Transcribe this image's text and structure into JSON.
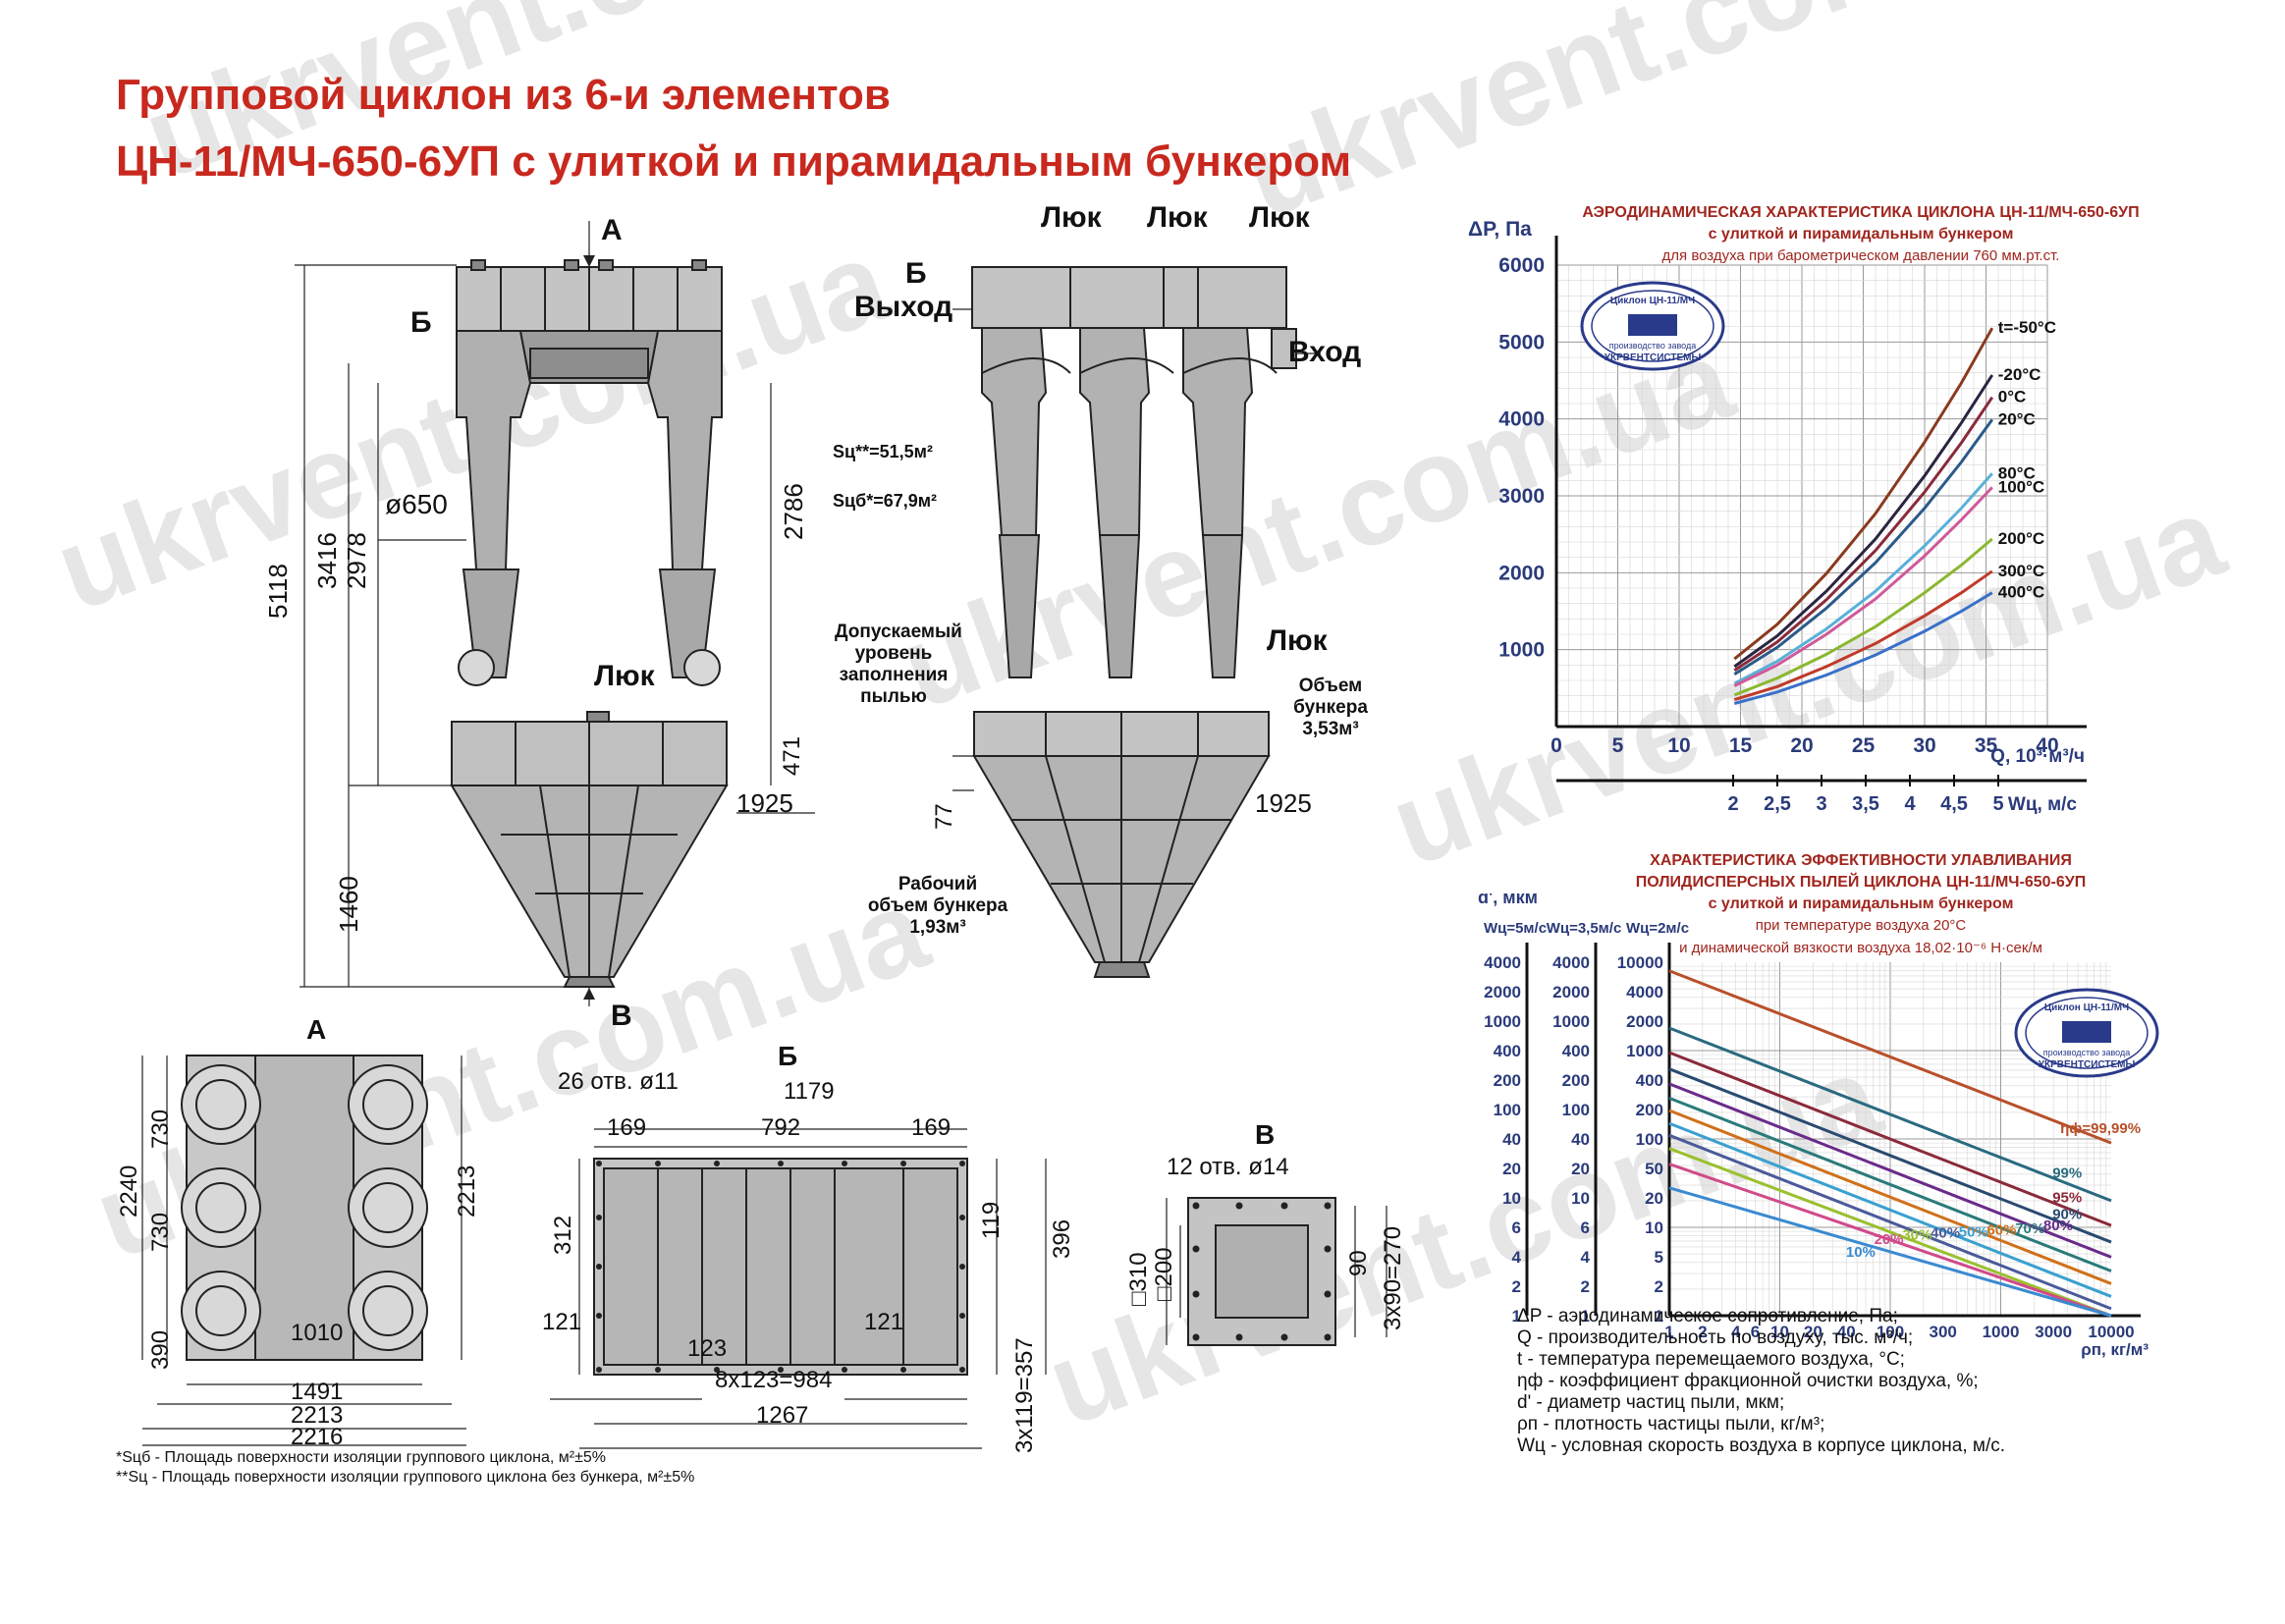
{
  "watermark": "ukrvent.com.ua",
  "title": {
    "line1": "Групповой циклон из 6-и элементов",
    "line2": "ЦН-11/МЧ-650-6УП с улиткой и пирамидальным бункером"
  },
  "front_view": {
    "label_a": "А",
    "label_b": "Б",
    "label_v": "В",
    "hatch": "Люк",
    "dia": "ø650",
    "dims": [
      "5118",
      "3416",
      "2978",
      "2786",
      "471",
      "1925",
      "1460"
    ]
  },
  "side_view": {
    "hatches": [
      "Люк",
      "Люк",
      "Люк",
      "Люк"
    ],
    "label_b": "Б",
    "outlet": "Выход",
    "inlet": "Вход",
    "area1": "Sц**=51,5м²",
    "area2": "Sцб*=67,9м²",
    "dust_level": [
      "Допускаемый",
      "уровень",
      "заполнения",
      "пылью"
    ],
    "bunker_volume": [
      "Объем",
      "бункера",
      "3,53м³"
    ],
    "working_volume": [
      "Рабочий",
      "объем бункера",
      "1,93м³"
    ],
    "dims": [
      "77",
      "1925"
    ]
  },
  "view_a": {
    "label": "А",
    "dims": [
      "2240",
      "730",
      "730",
      "390",
      "2213",
      "1010",
      "1491",
      "2213",
      "2216"
    ]
  },
  "view_b": {
    "label": "Б",
    "holes": "26 отв. ø11",
    "dims": [
      "1179",
      "169",
      "792",
      "169",
      "312",
      "119",
      "396",
      "121",
      "123",
      "121",
      "8x123=984",
      "1267",
      "3x119=357"
    ]
  },
  "view_v": {
    "label": "В",
    "holes": "12 отв. ø14",
    "dims": [
      "□310",
      "□200",
      "90",
      "3x90=270"
    ]
  },
  "notes": [
    "*Sцб - Площадь поверхности изоляции группового циклона, м²±5%",
    "**Sц - Площадь поверхности изоляции группового циклона без бункера, м²±5%"
  ],
  "stamp": {
    "line1": "Циклон ЦН-11/МЧ",
    "line2": "производство завода",
    "line3": "УКРВЕНТСИСТЕМЫ"
  },
  "chart_data": [
    {
      "type": "line",
      "title": "АЭРОДИНАМИЧЕСКАЯ ХАРАКТЕРИСТИКА ЦИКЛОНА ЦН-11/МЧ-650-6УП",
      "subtitle1": "с улиткой и пирамидальным бункером",
      "subtitle2": "для воздуха при барометрическом давлении 760 мм.рт.ст.",
      "ylabel": "ΔP, Па",
      "xlabel": "Q, 10³·м³/ч",
      "x2label": "Wц, м/с",
      "ylim": [
        0,
        6000
      ],
      "xlim": [
        0,
        40
      ],
      "yticks": [
        "1000",
        "2000",
        "3000",
        "4000",
        "5000",
        "6000"
      ],
      "xticks": [
        "0",
        "5",
        "10",
        "15",
        "20",
        "25",
        "30",
        "35",
        "40"
      ],
      "x2ticks": [
        "2",
        "2,5",
        "3",
        "3,5",
        "4",
        "4,5",
        "5"
      ],
      "x2tick_q": [
        14.4,
        18,
        21.6,
        25.2,
        28.8,
        32.4,
        36
      ],
      "x": [
        14.5,
        18,
        22,
        26,
        30,
        33,
        35.5
      ],
      "series": [
        {
          "name": "t=-50°C",
          "color": "#8a3a1e",
          "values": [
            880,
            1330,
            1990,
            2770,
            3700,
            4470,
            5180
          ]
        },
        {
          "name": "-20°C",
          "color": "#2a2440",
          "values": [
            780,
            1180,
            1760,
            2440,
            3260,
            3950,
            4570
          ]
        },
        {
          "name": "0°C",
          "color": "#8a2a3a",
          "values": [
            730,
            1100,
            1650,
            2290,
            3050,
            3690,
            4280
          ]
        },
        {
          "name": "20°C",
          "color": "#2a5a8a",
          "values": [
            680,
            1030,
            1540,
            2130,
            2840,
            3440,
            3990
          ]
        },
        {
          "name": "80°C",
          "color": "#5ab0d8",
          "values": [
            560,
            850,
            1270,
            1760,
            2350,
            2840,
            3290
          ]
        },
        {
          "name": "100°C",
          "color": "#d05a9a",
          "values": [
            530,
            800,
            1200,
            1660,
            2220,
            2690,
            3110
          ]
        },
        {
          "name": "200°C",
          "color": "#8ab830",
          "values": [
            410,
            630,
            940,
            1300,
            1740,
            2100,
            2440
          ]
        },
        {
          "name": "300°C",
          "color": "#c03a2a",
          "values": [
            350,
            520,
            780,
            1080,
            1440,
            1740,
            2020
          ]
        },
        {
          "name": "400°C",
          "color": "#3a70c8",
          "values": [
            300,
            450,
            670,
            930,
            1240,
            1500,
            1740
          ]
        }
      ]
    },
    {
      "type": "line",
      "title": "ХАРАКТЕРИСТИКА ЭФФЕКТИВНОСТИ УЛАВЛИВАНИЯ",
      "subtitle1": "ПОЛИДИСПЕРСНЫХ ПЫЛЕЙ ЦИКЛОНА ЦН-11/МЧ-650-6УП",
      "subtitle2": "с улиткой и пирамидальным бункером",
      "subtitle3": "при температуре воздуха 20°С",
      "subtitle4": "и динамической вязкости воздуха 18,02·10⁻⁶ Н·сек/м",
      "ylabel": "d', мкм",
      "ycol_labels": [
        "Wц=5м/с",
        "Wц=3,5м/с",
        "Wц=2м/с"
      ],
      "xlabel": "ρп, кг/м³",
      "log_scale": true,
      "xlim": [
        1,
        10000
      ],
      "ylim": [
        1,
        10000
      ],
      "xticks": [
        "1",
        "2",
        "4",
        "6",
        "10",
        "20",
        "40",
        "100",
        "300",
        "1000",
        "3000",
        "10000"
      ],
      "yticks_col1": [
        "1",
        "2",
        "4",
        "6",
        "10",
        "20",
        "40",
        "100",
        "200",
        "400",
        "1000",
        "2000",
        "4000"
      ],
      "yticks_col2": [
        "1",
        "2",
        "4",
        "6",
        "10",
        "20",
        "40",
        "100",
        "200",
        "400",
        "1000",
        "2000",
        "4000"
      ],
      "yticks_col3": [
        "1",
        "2",
        "5",
        "10",
        "20",
        "50",
        "100",
        "200",
        "400",
        "1000",
        "2000",
        "4000",
        "10000"
      ],
      "x": [
        1,
        10000
      ],
      "series": [
        {
          "name": "ηф=99,99%",
          "color": "#b8502a",
          "values": [
            8000,
            90
          ]
        },
        {
          "name": "99%",
          "color": "#2a6a80",
          "values": [
            1800,
            20
          ]
        },
        {
          "name": "95%",
          "color": "#8a2a3a",
          "values": [
            950,
            10.5
          ]
        },
        {
          "name": "90%",
          "color": "#2a4a70",
          "values": [
            620,
            6.8
          ]
        },
        {
          "name": "80%",
          "color": "#6a2a8a",
          "values": [
            420,
            4.6
          ]
        },
        {
          "name": "70%",
          "color": "#2a7a7a",
          "values": [
            290,
            3.2
          ]
        },
        {
          "name": "60%",
          "color": "#d0701a",
          "values": [
            210,
            2.3
          ]
        },
        {
          "name": "50%",
          "color": "#3aa0d0",
          "values": [
            150,
            1.65
          ]
        },
        {
          "name": "40%",
          "color": "#4a5a9a",
          "values": [
            110,
            1.2
          ]
        },
        {
          "name": "30%",
          "color": "#9ac030",
          "values": [
            78,
            0.86
          ]
        },
        {
          "name": "20%",
          "color": "#d04a8a",
          "values": [
            52,
            0.57
          ]
        },
        {
          "name": "10%",
          "color": "#3a8ad0",
          "values": [
            28,
            0.31
          ]
        }
      ]
    }
  ],
  "legend": [
    "ΔP - аэродинамическое сопротивление, Па;",
    "Q - производительность по воздуху, тыс. м³/ч;",
    "t - температура перемещаемого воздуха, °С;",
    "ηф - коэффициент фракционной очистки воздуха, %;",
    "d' - диаметр частиц пыли, мкм;",
    "ρп - плотность частицы пыли, кг/м³;",
    "Wц - условная скорость воздуха в корпусе циклона, м/с."
  ]
}
